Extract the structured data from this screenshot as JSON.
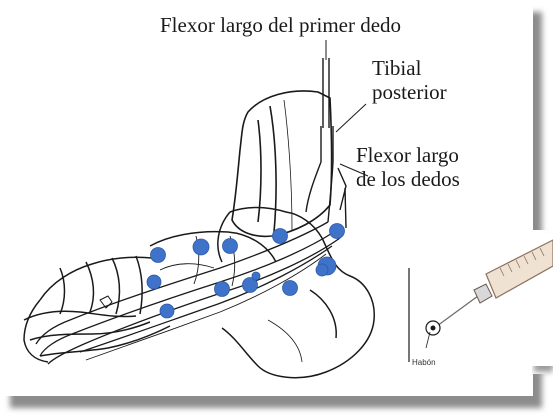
{
  "labels": {
    "flexor_primer": "Flexor largo del primer dedo",
    "tibial_line1": "Tibial",
    "tibial_line2": "posterior",
    "flexor_dedos_line1": "Flexor largo",
    "flexor_dedos_line2": "de los dedos",
    "habon": "Habón"
  },
  "colors": {
    "injection_point": "#3f72c9",
    "line": "#1a1a1a",
    "shadow": "#9a9a9a",
    "syringe_barrel": "#f0e2d2",
    "syringe_edge": "#8a7060"
  },
  "injection_points": {
    "count": 13
  }
}
